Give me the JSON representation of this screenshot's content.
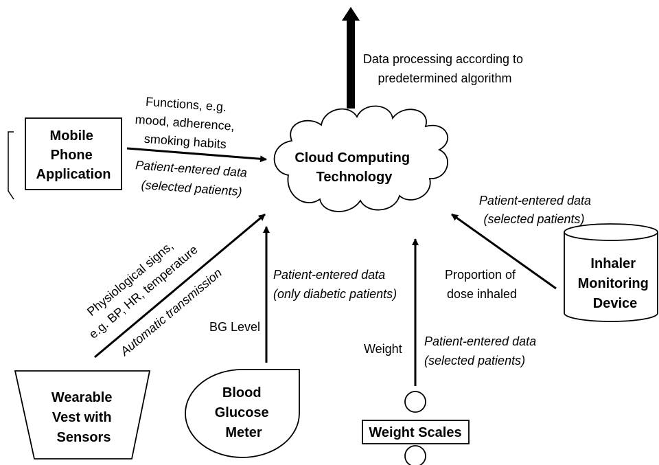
{
  "nodes": {
    "cloud": [
      "Cloud Computing",
      "Technology"
    ],
    "phone": [
      "Mobile",
      "Phone",
      "Application"
    ],
    "inhaler": [
      "Inhaler",
      "Monitoring",
      "Device"
    ],
    "vest": [
      "Wearable",
      "Vest with",
      "Sensors"
    ],
    "glucose": [
      "Blood",
      "Glucose",
      "Meter"
    ],
    "scales": "Weight Scales"
  },
  "edges": {
    "output": [
      "Data processing according to",
      "predetermined algorithm"
    ],
    "phone_functions": [
      "Functions, e.g.",
      "mood, adherence,",
      "smoking habits"
    ],
    "phone_entered": [
      "Patient-entered data",
      "(selected patients)"
    ],
    "vest_signs": [
      "Physiological signs,",
      "e.g. BP, HR, temperature"
    ],
    "vest_auto": "Automatic transmission",
    "glucose_entered": [
      "Patient-entered data",
      "(only diabetic patients)"
    ],
    "glucose_level": "BG Level",
    "scales_weight": "Weight",
    "scales_entered": [
      "Patient-entered data",
      "(selected patients)"
    ],
    "inhaler_entered": [
      "Patient-entered data",
      "(selected patients)"
    ],
    "inhaler_dose": [
      "Proportion of",
      "dose inhaled"
    ]
  }
}
